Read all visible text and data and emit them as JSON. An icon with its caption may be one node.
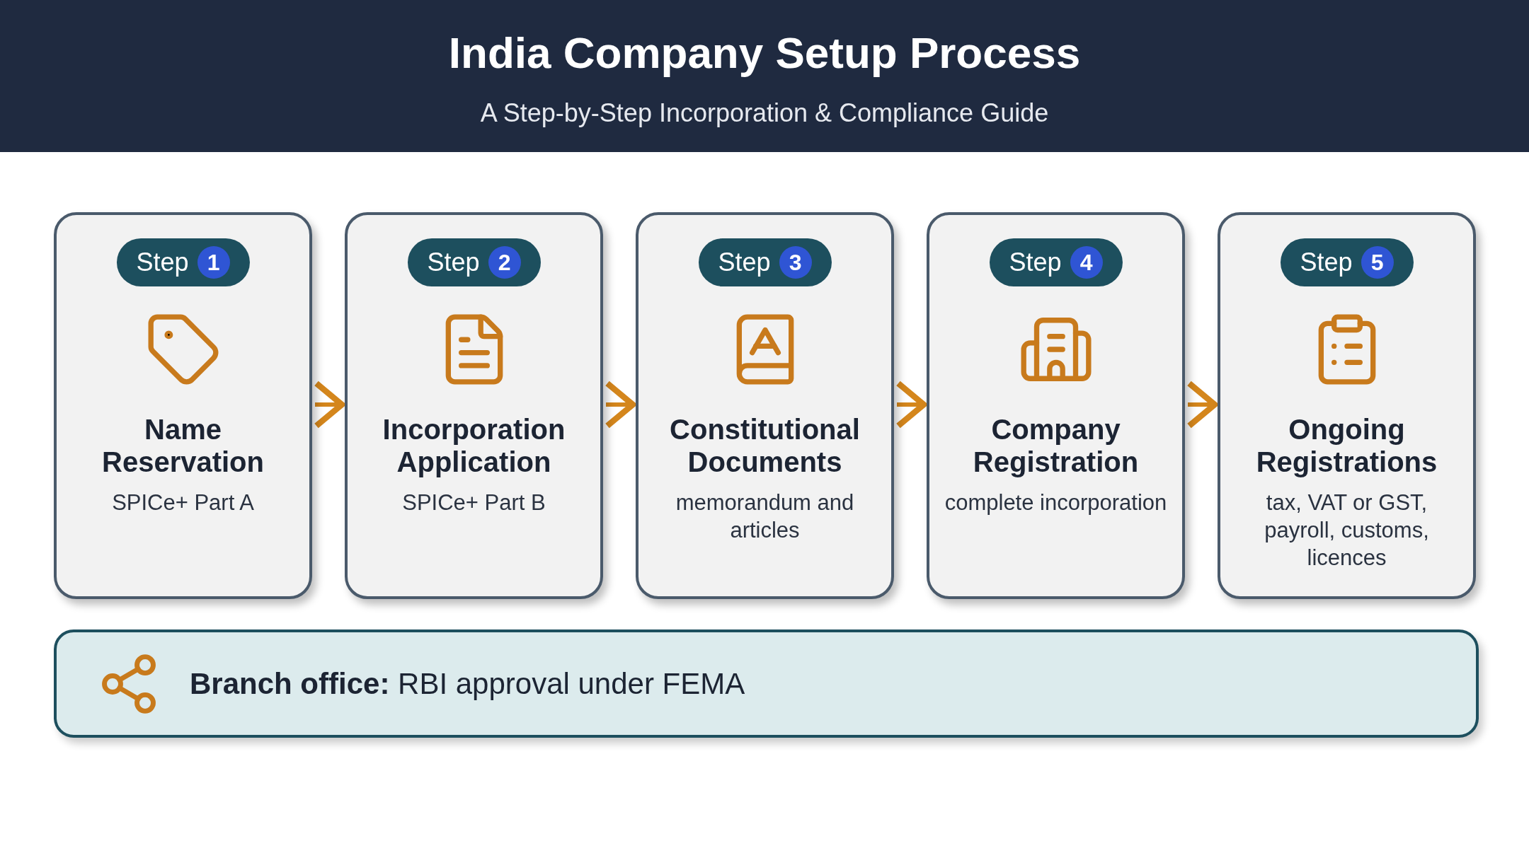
{
  "diagram": {
    "title": "India Company Setup Process",
    "caption": "A Step-by-Step Incorporation & Compliance Guide",
    "nodes": [
      {
        "text": [
          "Name Reservation",
          "SPICe+ Part A"
        ]
      },
      {
        "text": [
          "Step",
          "1"
        ],
        "in": 0
      },
      {
        "text": [
          "Incorporation Application",
          "SPICe+ Part B"
        ]
      },
      {
        "text": [
          "Step",
          "2"
        ],
        "in": 2
      },
      {
        "text": [
          "Constitutional Documents",
          "memorandum and articles"
        ]
      },
      {
        "text": [
          "Step",
          "3"
        ],
        "in": 4
      },
      {
        "text": [
          "Company Registration",
          "complete incorporation"
        ]
      },
      {
        "text": [
          "Step",
          "4"
        ],
        "in": 6
      },
      {
        "text": [
          "Ongoing Registrations",
          "tax, VAT or GST, payroll, customs, licences"
        ]
      },
      {
        "text": [
          "Step",
          "5"
        ],
        "in": 8
      },
      {
        "text": [
          "**Branch office:** RBI approval under FEMA"
        ]
      }
    ],
    "edges": [
      {
        "from": 0,
        "to": 2,
        "arrow": "to"
      },
      {
        "from": 2,
        "to": 4,
        "arrow": "to"
      },
      {
        "from": 4,
        "to": 6,
        "arrow": "to"
      },
      {
        "from": 6,
        "to": 8,
        "arrow": "to"
      }
    ]
  }
}
